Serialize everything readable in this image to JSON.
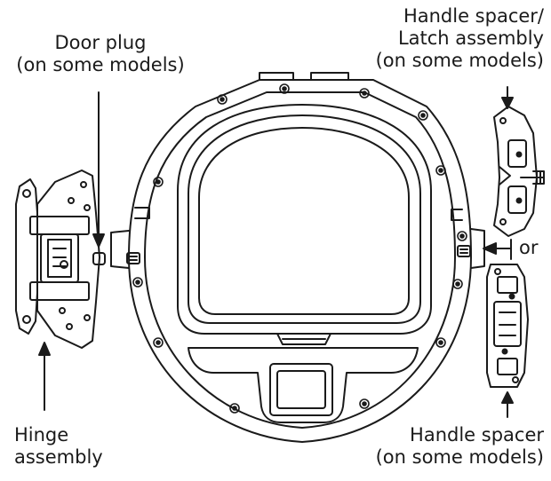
{
  "labels": {
    "door_plug": [
      "Door plug",
      "(on some models)"
    ],
    "latch": [
      "Handle spacer/",
      "Latch assembly",
      "(on some models)"
    ],
    "or_text": "or",
    "hinge": [
      "Hinge",
      "assembly"
    ],
    "handle_spacer": [
      "Handle spacer",
      "(on some models)"
    ]
  },
  "colors": {
    "line": "#1a1a1a",
    "background": "#ffffff"
  }
}
